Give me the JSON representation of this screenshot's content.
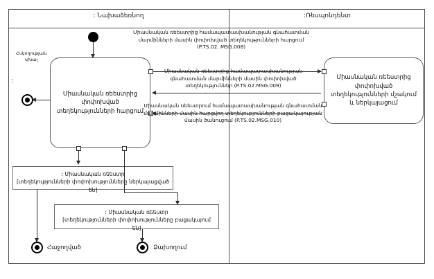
{
  "diagram": {
    "title_left_lane": ": Նախաձեռնող",
    "title_right_lane": ":Ռեսպոնդենտ",
    "side_label": "Հսկողության սխալ",
    "colon_mark": ":"
  },
  "activities": {
    "left": "Միասնական ռեեստրից փոփոխված տեղեկությունների հարցում",
    "right": "Միասնական ռեեստրից փոփոխված տեղեկությունների մշակում և ներկայացում"
  },
  "messages": {
    "m1": "Միասնական ռեեստրից համապատասխանության գնահատման մարմինների մասին փոփոխված տեղեկությունների հարցում (P.TS.02. MSG.008)",
    "m2": "Միասնական ռեեստրից համապատասխանության գնահատման մարմինների մասին փոփոխված տեղեկություններ (P.TS.02.MSG.009)",
    "m3": "Միասնական ռեեստրում համապատասխանության գնահատման մարմինների մասին հարցվող տեղեկությունների բացակայության մասին ծանուցում (P.TS.02.MSG.010)"
  },
  "objects": {
    "obj1_line1": ": Միասնական ռեեստր",
    "obj1_line2": "[տեղեկությունների փոփոխությունները ներկայացված են]",
    "obj2_line1": ": Միասնական ռեեստր",
    "obj2_line2": "[տեղեկությունների փոփոխությունները բացակայում են]"
  },
  "end_nodes": {
    "success": "Հաջողված",
    "failure": "Ձախողում"
  },
  "colors": {
    "stroke": "#2b2b2b",
    "frame": "#4a4a4a",
    "node_fill": "#000000",
    "background": "#ffffff"
  }
}
